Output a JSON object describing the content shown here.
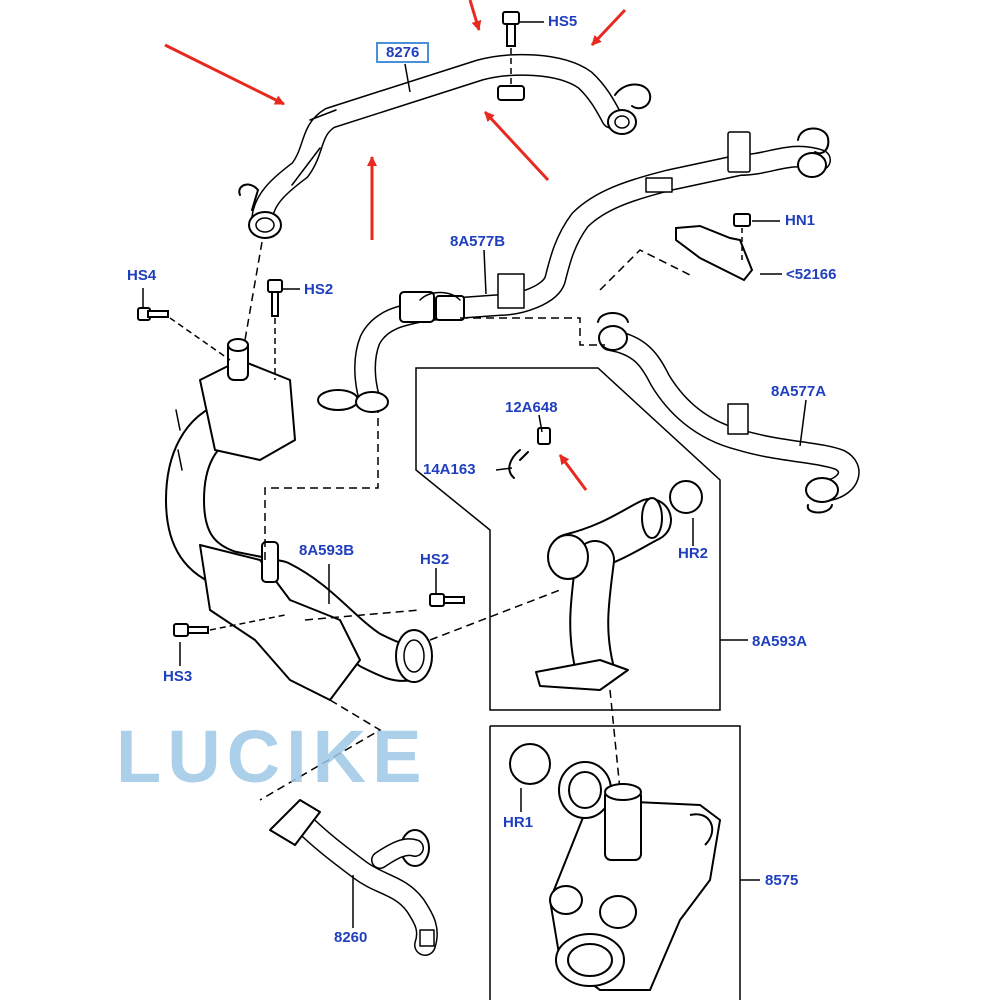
{
  "diagram": {
    "labels": {
      "l8276": "8276",
      "hs5": "HS5",
      "hn1": "HN1",
      "l52166": "<52166",
      "l8a577b": "8A577B",
      "hs4": "HS4",
      "hs2_top": "HS2",
      "l8a577a": "8A577A",
      "l12a648": "12A648",
      "l14a163": "14A163",
      "hr2": "HR2",
      "l8a593b": "8A593B",
      "hs2_mid": "HS2",
      "l8a593a": "8A593A",
      "hs3": "HS3",
      "hr1": "HR1",
      "l8575": "8575",
      "l8260": "8260"
    },
    "watermark": "LUCIKE",
    "colors": {
      "label": "#1f3fbf",
      "arrow": "#e8291f",
      "line": "#000000",
      "watermark": "#9ec8e6"
    }
  }
}
